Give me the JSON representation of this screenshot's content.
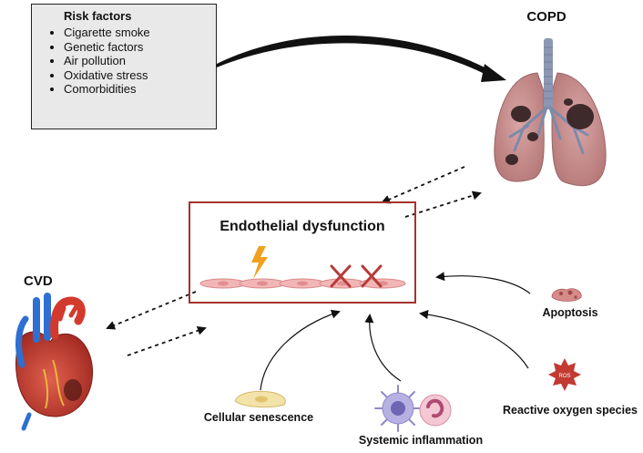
{
  "risk_factors": {
    "title": "Risk factors",
    "items": [
      "Cigarette smoke",
      "Genetic factors",
      "Air pollution",
      "Oxidative stress",
      "Comorbidities"
    ]
  },
  "copd": {
    "label": "COPD"
  },
  "cvd": {
    "label": "CVD"
  },
  "endothelial": {
    "label": "Endothelial dysfunction"
  },
  "mechanisms": {
    "apoptosis": "Apoptosis",
    "senescence": "Cellular senescence",
    "inflammation": "Systemic inflammation",
    "ros": "Reactive oxygen species",
    "ros_badge": "ROS"
  },
  "colors": {
    "box_border": "#a5332d",
    "cell_fill": "#f2b6b6",
    "lightning": "#f0a020",
    "cross": "#b83a3a",
    "lung": "#c98e8e",
    "heart": "#c0392b",
    "ros_star": "#c23a32"
  }
}
